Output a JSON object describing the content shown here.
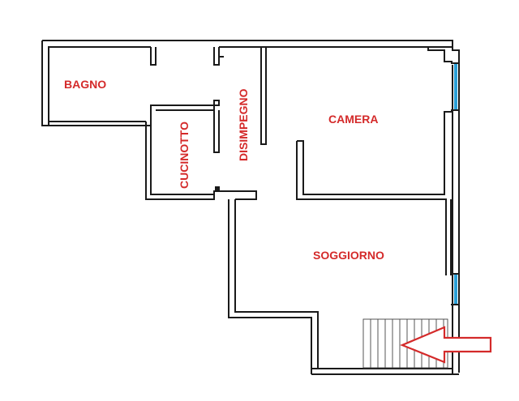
{
  "rooms": {
    "bagno": "BAGNO",
    "cucinotto": "CUCINOTTO",
    "disimpegno": "DISIMPEGNO",
    "camera": "CAMERA",
    "soggiorno": "SOGGIORNO"
  },
  "colors": {
    "label": "#d42a2a",
    "wall": "#1a1a1a",
    "window": "#2a9fd6",
    "arrow": "#d42a2a"
  },
  "icons": {
    "entrance": "entrance-arrow-icon"
  }
}
